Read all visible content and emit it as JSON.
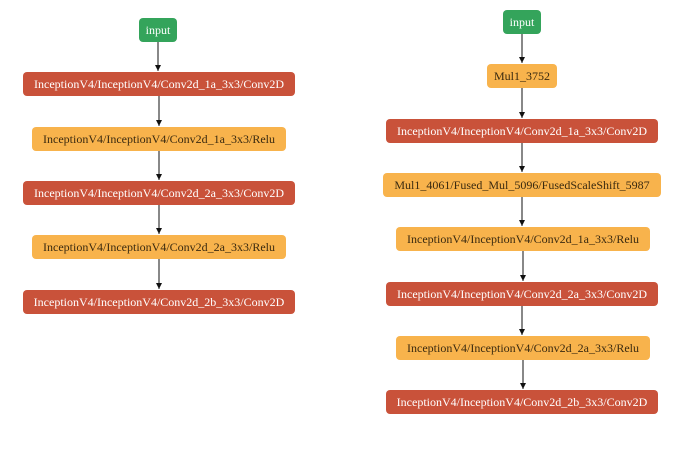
{
  "colors": {
    "input": "#34a45b",
    "conv": "#c9523a",
    "activation": "#f8b34c",
    "edge": "#111111"
  },
  "graphs": [
    {
      "nodes": [
        {
          "label": "input",
          "kind": "input"
        },
        {
          "label": "InceptionV4/InceptionV4/Conv2d_1a_3x3/Conv2D",
          "kind": "conv"
        },
        {
          "label": "InceptionV4/InceptionV4/Conv2d_1a_3x3/Relu",
          "kind": "act"
        },
        {
          "label": "InceptionV4/InceptionV4/Conv2d_2a_3x3/Conv2D",
          "kind": "conv"
        },
        {
          "label": "InceptionV4/InceptionV4/Conv2d_2a_3x3/Relu",
          "kind": "act"
        },
        {
          "label": "InceptionV4/InceptionV4/Conv2d_2b_3x3/Conv2D",
          "kind": "conv"
        }
      ]
    },
    {
      "nodes": [
        {
          "label": "input",
          "kind": "input"
        },
        {
          "label": "Mul1_3752",
          "kind": "act"
        },
        {
          "label": "InceptionV4/InceptionV4/Conv2d_1a_3x3/Conv2D",
          "kind": "conv"
        },
        {
          "label": "Mul1_4061/Fused_Mul_5096/FusedScaleShift_5987",
          "kind": "fused"
        },
        {
          "label": "InceptionV4/InceptionV4/Conv2d_1a_3x3/Relu",
          "kind": "act"
        },
        {
          "label": "InceptionV4/InceptionV4/Conv2d_2a_3x3/Conv2D",
          "kind": "conv"
        },
        {
          "label": "InceptionV4/InceptionV4/Conv2d_2a_3x3/Relu",
          "kind": "act"
        },
        {
          "label": "InceptionV4/InceptionV4/Conv2d_2b_3x3/Conv2D",
          "kind": "conv"
        }
      ]
    }
  ]
}
